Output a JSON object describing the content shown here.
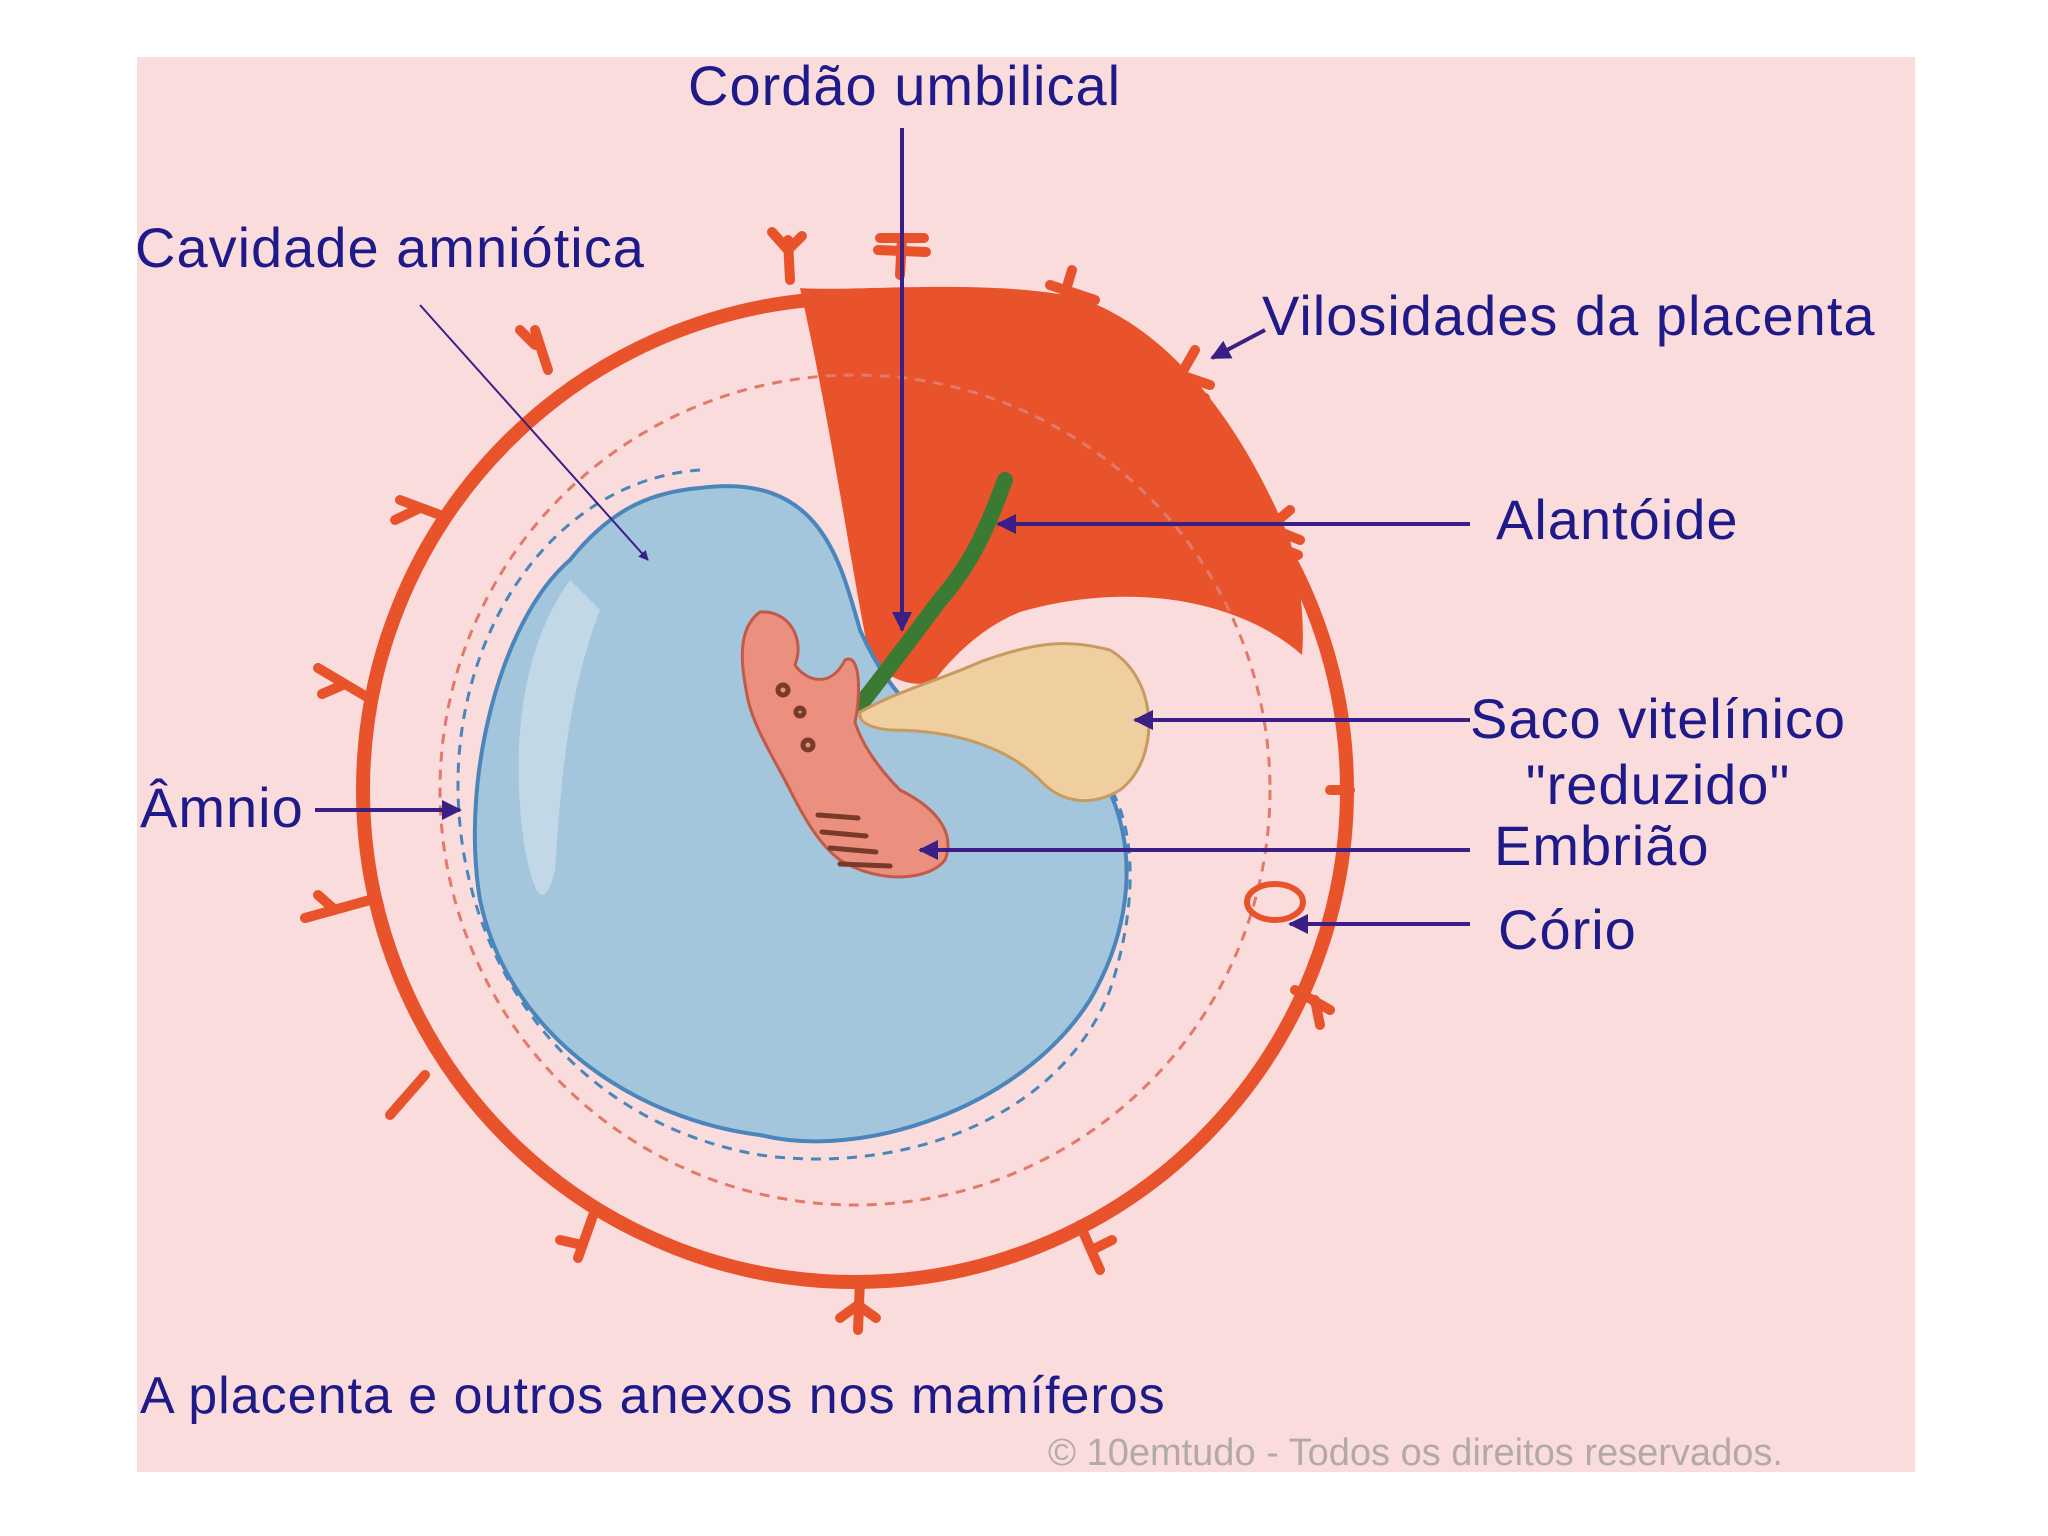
{
  "labels": {
    "cordao": "Cordão umbilical",
    "cavidade": "Cavidade amniótica",
    "vilosidades": "Vilosidades da placenta",
    "alantoide": "Alantóide",
    "saco_line1": "Saco vitelínico",
    "saco_line2": "\"reduzido\"",
    "amnio": "Âmnio",
    "embriao": "Embrião",
    "corio": "Cório"
  },
  "caption": "A placenta e outros anexos nos mamíferos",
  "copyright": "© 10emtudo - Todos os direitos reservados.",
  "colors": {
    "background": "#fbdcdc",
    "chorion": "#e8532c",
    "amnion_fill": "#a3c6dd",
    "amnion_edge": "#4a86bb",
    "embryo": "#eb8f7f",
    "yolk_sac": "#efcf9f",
    "allantois": "#3a7a32",
    "label_text": "#1f1a8a",
    "arrow": "#3b1f86",
    "copyright_text": "#b3a9a9"
  }
}
